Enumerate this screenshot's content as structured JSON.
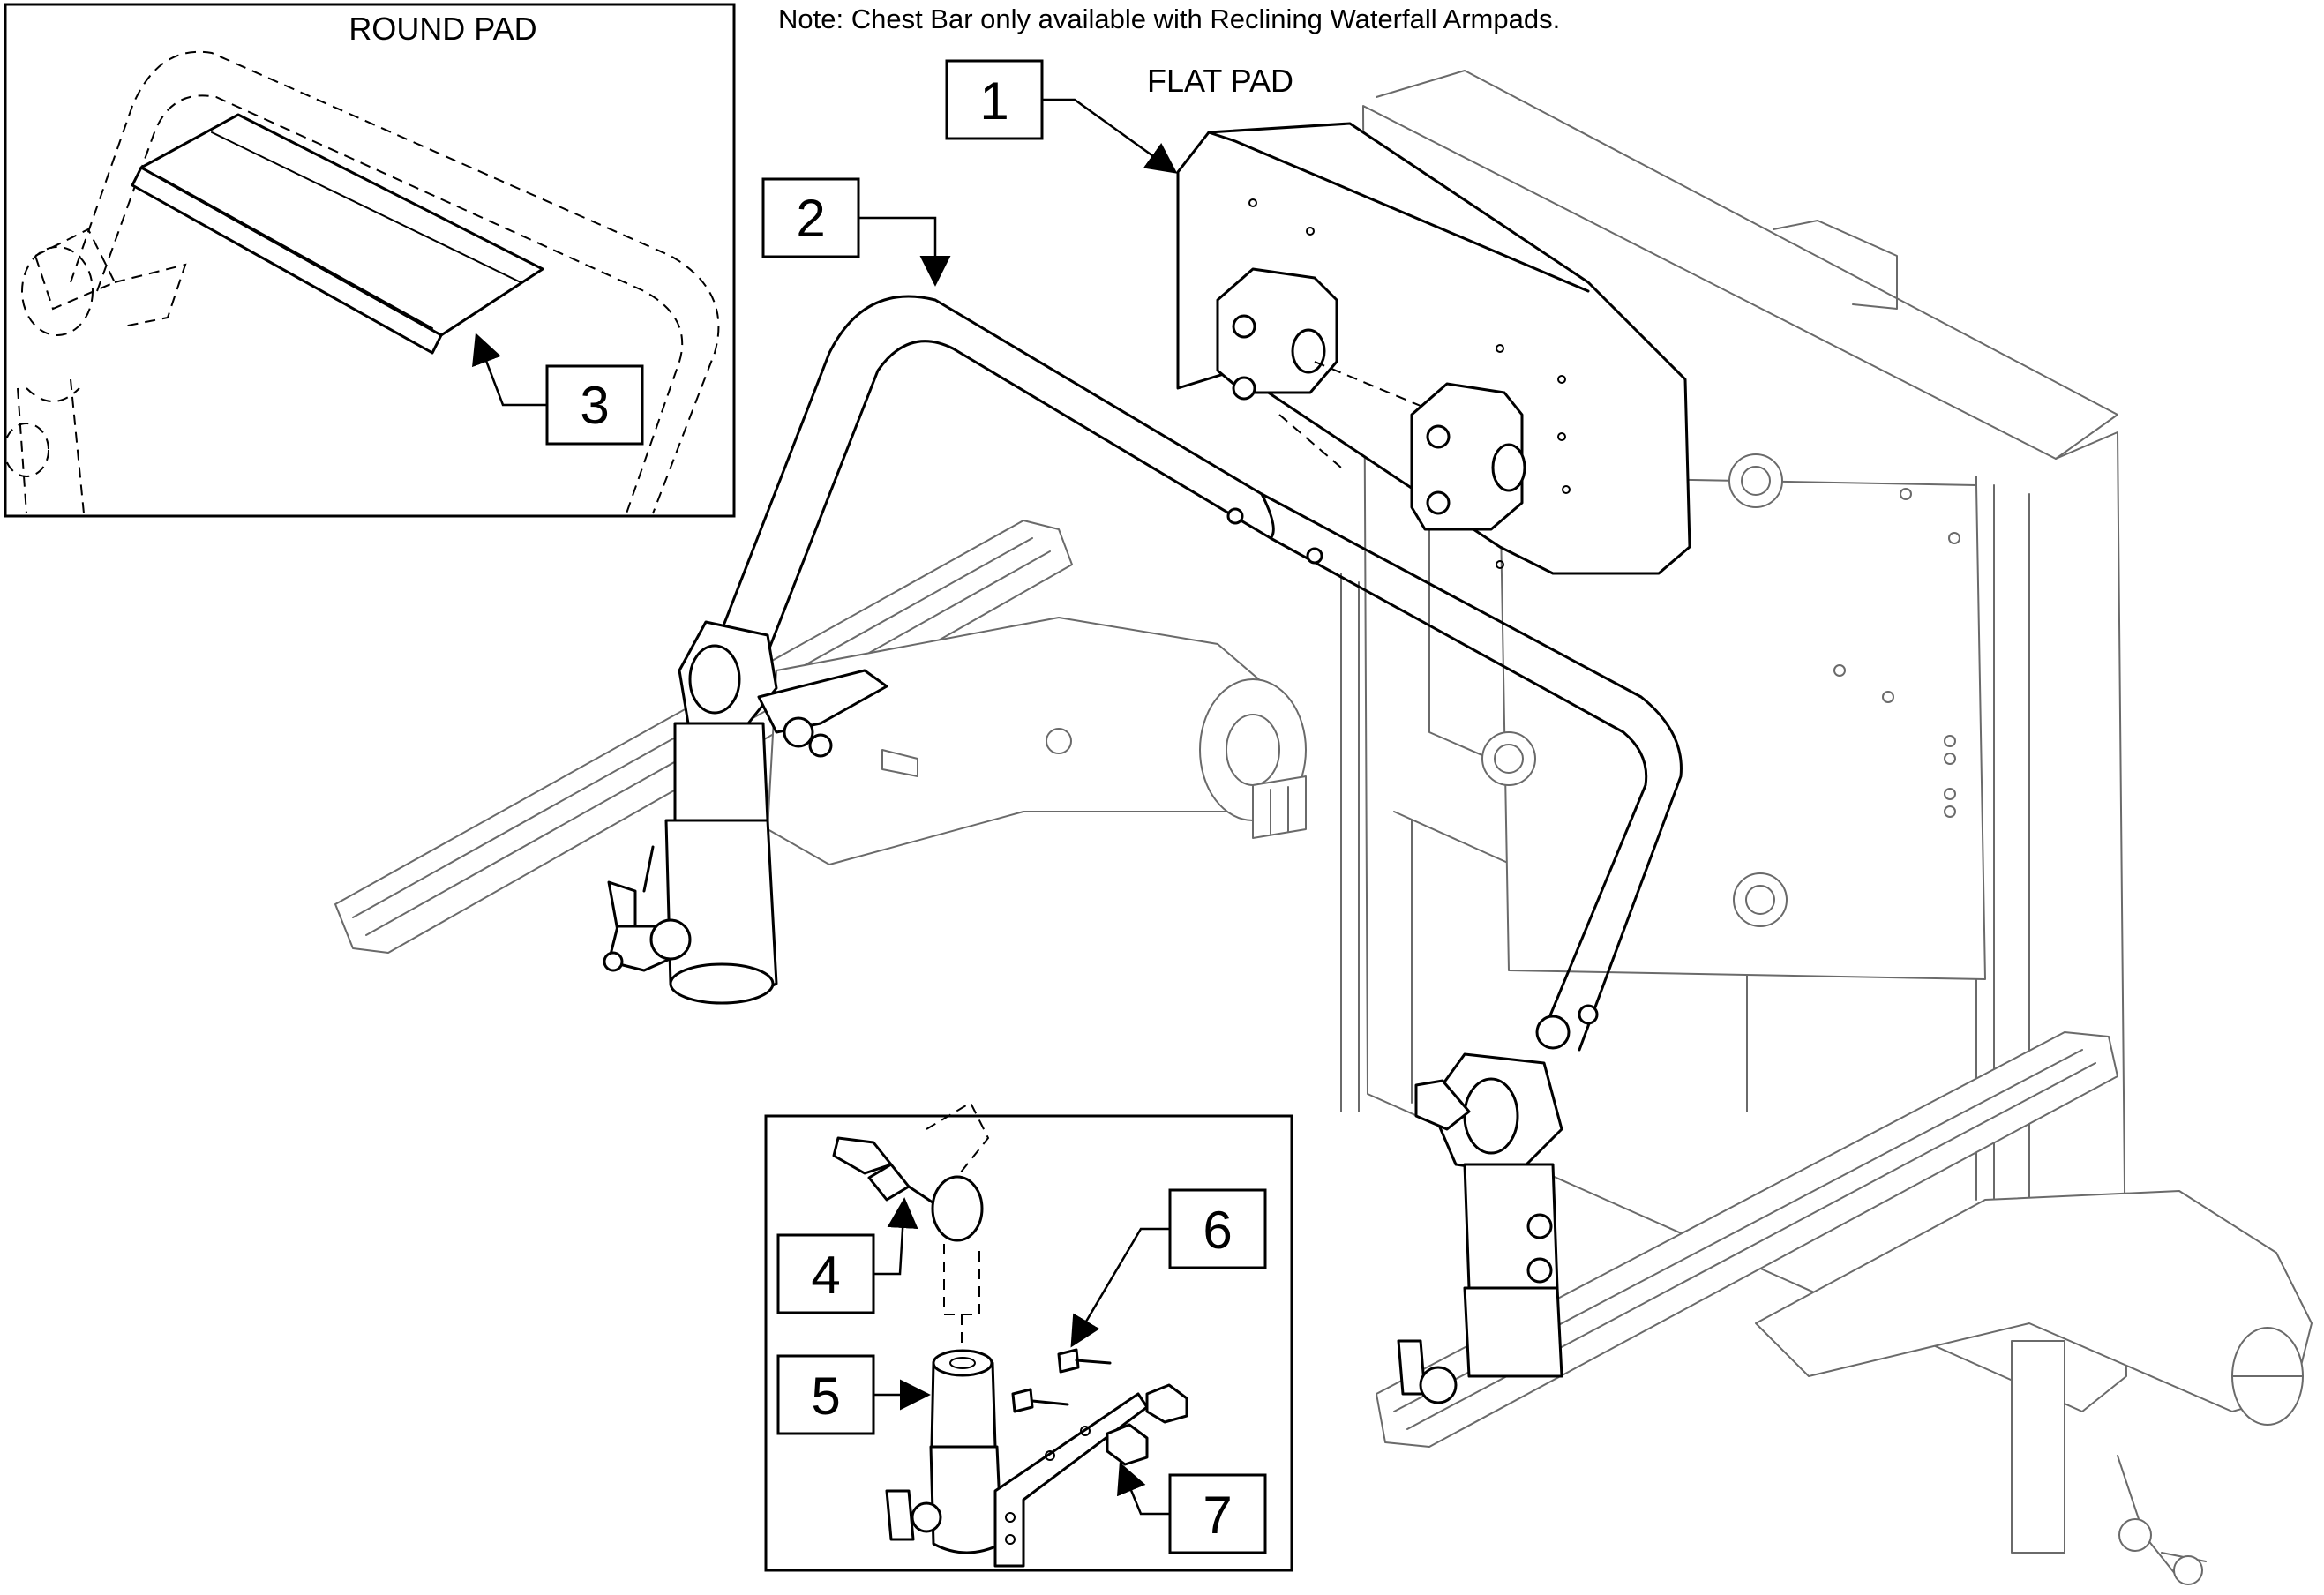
{
  "note": "Note: Chest Bar only available with Reclining Waterfall Armpads.",
  "insets": {
    "round_pad_title": "ROUND PAD"
  },
  "labels": {
    "flat_pad": "FLAT PAD"
  },
  "callouts": [
    "1",
    "2",
    "3",
    "4",
    "5",
    "6",
    "7"
  ]
}
